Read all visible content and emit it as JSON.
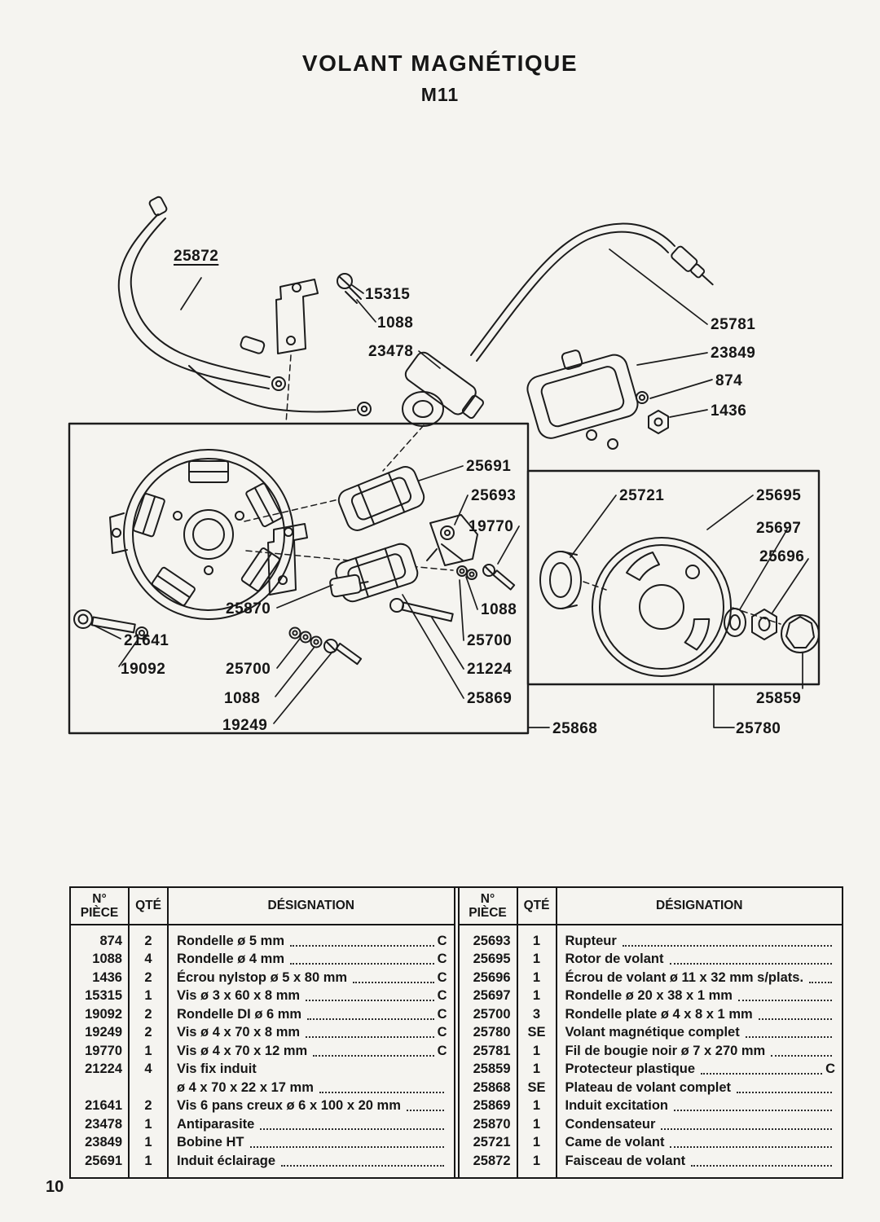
{
  "page": {
    "title": "VOLANT MAGNÉTIQUE",
    "subtitle": "M11",
    "page_number": "10"
  },
  "diagram": {
    "labels": [
      {
        "text": "25872"
      },
      {
        "text": "15315"
      },
      {
        "text": "1088"
      },
      {
        "text": "23478"
      },
      {
        "text": "25781"
      },
      {
        "text": "23849"
      },
      {
        "text": "874"
      },
      {
        "text": "1436"
      },
      {
        "text": "25691"
      },
      {
        "text": "25693"
      },
      {
        "text": "19770"
      },
      {
        "text": "25721"
      },
      {
        "text": "25695"
      },
      {
        "text": "25697"
      },
      {
        "text": "25696"
      },
      {
        "text": "25870"
      },
      {
        "text": "21641"
      },
      {
        "text": "19092"
      },
      {
        "text": "25700"
      },
      {
        "text": "1088"
      },
      {
        "text": "19249"
      },
      {
        "text": "1088"
      },
      {
        "text": "25700"
      },
      {
        "text": "21224"
      },
      {
        "text": "25869"
      },
      {
        "text": "25868"
      },
      {
        "text": "25859"
      },
      {
        "text": "25780"
      }
    ]
  },
  "table": {
    "headers": {
      "part": "N° PIÈCE",
      "qty": "QTÉ",
      "designation": "DÉSIGNATION"
    },
    "left_rows": [
      {
        "part": "874",
        "qty": "2",
        "designation": "Rondelle ø 5 mm",
        "suffix": "C"
      },
      {
        "part": "1088",
        "qty": "4",
        "designation": "Rondelle ø 4 mm",
        "suffix": "C"
      },
      {
        "part": "1436",
        "qty": "2",
        "designation": "Écrou nylstop ø 5 x 80 mm",
        "suffix": "C"
      },
      {
        "part": "15315",
        "qty": "1",
        "designation": "Vis ø 3 x 60 x 8 mm",
        "suffix": "C"
      },
      {
        "part": "19092",
        "qty": "2",
        "designation": "Rondelle DI ø 6 mm",
        "suffix": "C"
      },
      {
        "part": "19249",
        "qty": "2",
        "designation": "Vis ø 4 x 70 x 8 mm",
        "suffix": "C"
      },
      {
        "part": "19770",
        "qty": "1",
        "designation": "Vis ø 4 x 70 x 12 mm",
        "suffix": "C"
      },
      {
        "part": "21224",
        "qty": "4",
        "designation": "Vis fix induit",
        "suffix": ""
      },
      {
        "part": "",
        "qty": "",
        "designation": "ø 4 x 70 x 22 x 17 mm",
        "suffix": ""
      },
      {
        "part": "21641",
        "qty": "2",
        "designation": "Vis 6 pans creux ø 6 x 100 x 20 mm",
        "suffix": ""
      },
      {
        "part": "23478",
        "qty": "1",
        "designation": "Antiparasite",
        "suffix": ""
      },
      {
        "part": "23849",
        "qty": "1",
        "designation": "Bobine HT",
        "suffix": ""
      },
      {
        "part": "25691",
        "qty": "1",
        "designation": "Induit éclairage",
        "suffix": ""
      }
    ],
    "right_rows": [
      {
        "part": "25693",
        "qty": "1",
        "designation": "Rupteur",
        "suffix": ""
      },
      {
        "part": "25695",
        "qty": "1",
        "designation": "Rotor de volant",
        "suffix": ""
      },
      {
        "part": "25696",
        "qty": "1",
        "designation": "Écrou de volant ø 11 x 32 mm s/plats.",
        "suffix": ""
      },
      {
        "part": "25697",
        "qty": "1",
        "designation": "Rondelle ø 20 x 38 x 1 mm",
        "suffix": ""
      },
      {
        "part": "25700",
        "qty": "3",
        "designation": "Rondelle plate ø 4 x 8 x 1 mm",
        "suffix": ""
      },
      {
        "part": "25780",
        "qty": "SE",
        "designation": "Volant magnétique complet",
        "suffix": ""
      },
      {
        "part": "25781",
        "qty": "1",
        "designation": "Fil de bougie noir ø 7 x 270 mm",
        "suffix": ""
      },
      {
        "part": "25859",
        "qty": "1",
        "designation": "Protecteur plastique",
        "suffix": "C"
      },
      {
        "part": "25868",
        "qty": "SE",
        "designation": "Plateau de volant complet",
        "suffix": ""
      },
      {
        "part": "25869",
        "qty": "1",
        "designation": "Induit excitation",
        "suffix": ""
      },
      {
        "part": "25870",
        "qty": "1",
        "designation": "Condensateur",
        "suffix": ""
      },
      {
        "part": "25721",
        "qty": "1",
        "designation": "Came de volant",
        "suffix": ""
      },
      {
        "part": "25872",
        "qty": "1",
        "designation": "Faisceau de volant",
        "suffix": ""
      }
    ]
  }
}
